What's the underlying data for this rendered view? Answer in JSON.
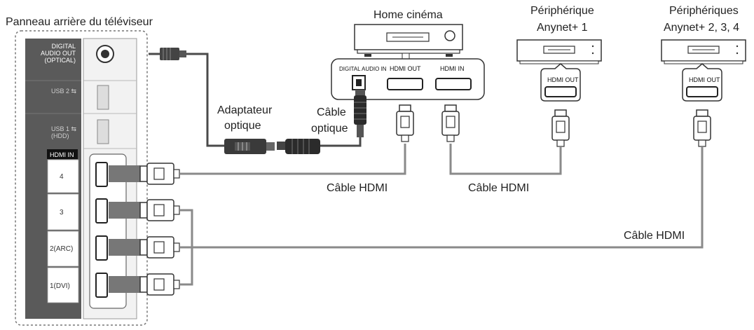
{
  "title": "Panneau arrière du téléviseur",
  "devices": {
    "home_cinema": "Home cinéma",
    "device1_line1": "Périphérique",
    "device1_line2": "Anynet+ 1",
    "device2_line1": "Périphériques",
    "device2_line2": "Anynet+ 2, 3, 4"
  },
  "tv_panel": {
    "digital_audio_line1": "DIGITAL",
    "digital_audio_line2": "AUDIO OUT",
    "digital_audio_line3": "(OPTICAL)",
    "usb2": "USB 2 ⇆",
    "usb1_line1": "USB 1 ⇆",
    "usb1_line2": "(HDD)",
    "hdmi_in_header": "HDMI IN",
    "hdmi_ports": [
      "4",
      "3",
      "2(ARC)",
      "1(DVI)"
    ]
  },
  "home_cinema_ports": {
    "digital_audio_in": "DIGITAL AUDIO IN",
    "hdmi_out": "HDMI OUT",
    "hdmi_in": "HDMI IN"
  },
  "device_ports": {
    "device1_hdmi_out": "HDMI OUT",
    "device2_hdmi_out": "HDMI OUT"
  },
  "labels": {
    "optical_adapter_line1": "Adaptateur",
    "optical_adapter_line2": "optique",
    "optical_cable_line1": "Câble",
    "optical_cable_line2": "optique",
    "hdmi_cable_1": "Câble HDMI",
    "hdmi_cable_2": "Câble HDMI",
    "hdmi_cable_3": "Câble HDMI"
  }
}
